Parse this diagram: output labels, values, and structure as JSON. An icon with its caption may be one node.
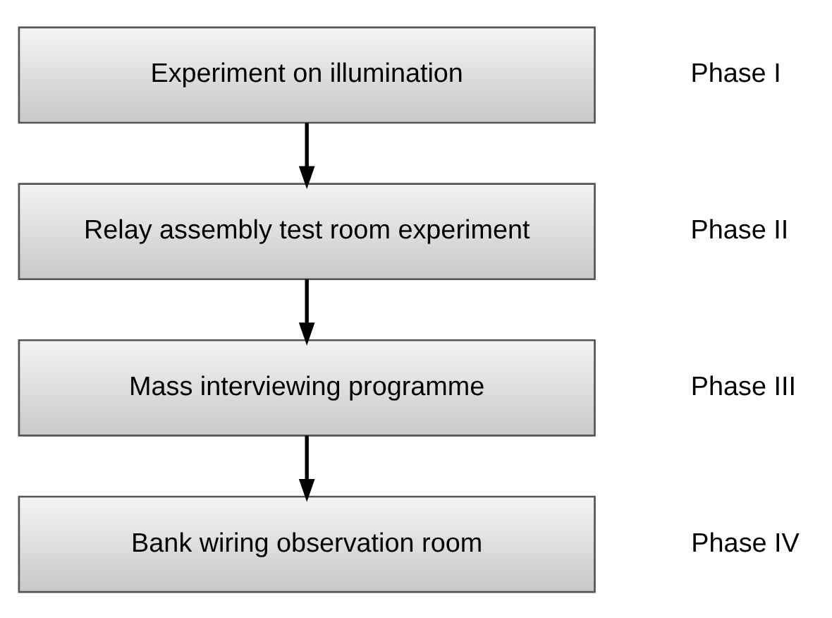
{
  "diagram": {
    "nodes": [
      {
        "text": [
          "Experiment on illumination"
        ],
        "beside": [
          "Phase I"
        ]
      },
      {
        "text": [
          "Relay assembly test room experiment"
        ],
        "beside": [
          "Phase II"
        ]
      },
      {
        "text": [
          "Mass interviewing programme"
        ],
        "beside": [
          "Phase III"
        ]
      },
      {
        "text": [
          "Bank wiring observation room"
        ],
        "beside": [
          "Phase IV"
        ]
      }
    ],
    "edges": [
      {
        "from": 0,
        "to": 1,
        "arrow": "to"
      },
      {
        "from": 1,
        "to": 2,
        "arrow": "to"
      },
      {
        "from": 2,
        "to": 3,
        "arrow": "to"
      }
    ]
  }
}
